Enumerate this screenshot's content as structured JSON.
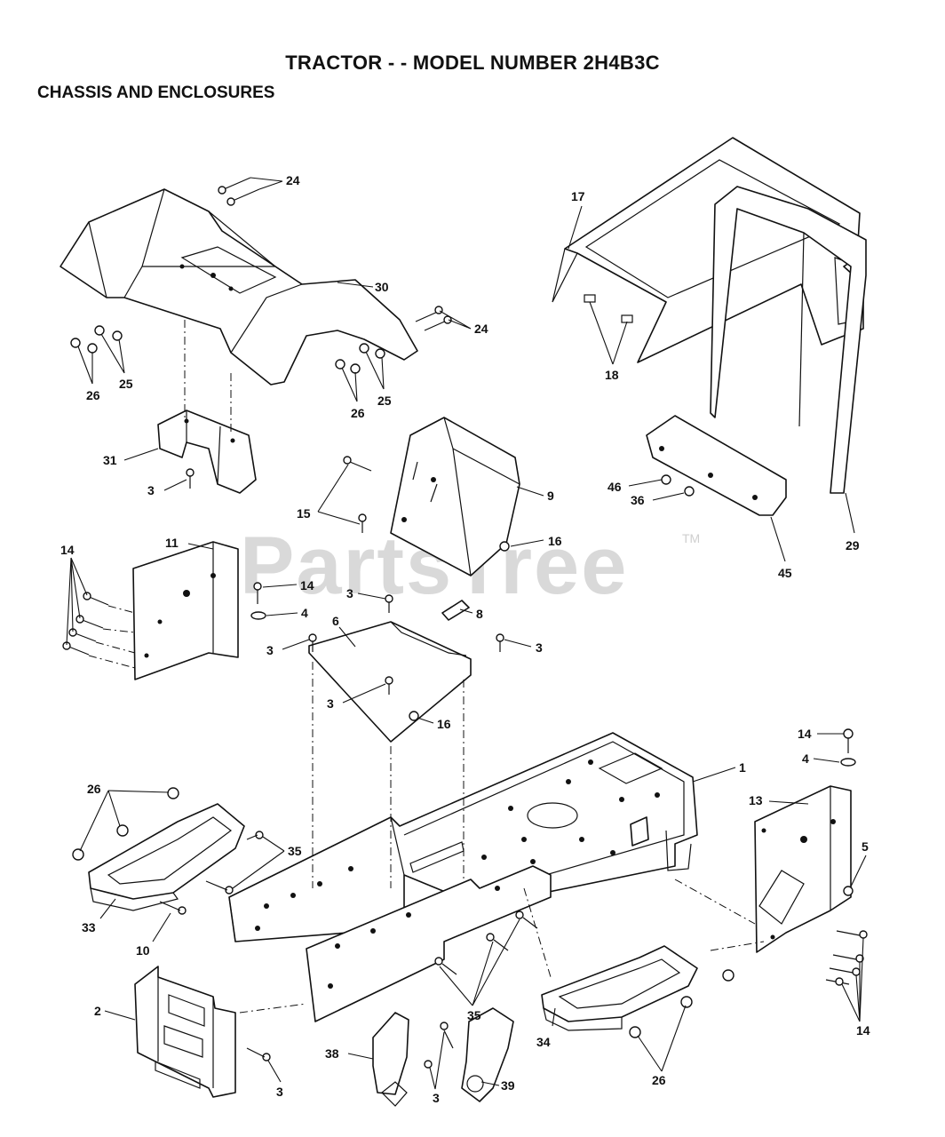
{
  "header": {
    "title": "TRACTOR - - MODEL NUMBER 2H4B3C",
    "subtitle": "CHASSIS AND ENCLOSURES"
  },
  "watermark": {
    "text": "PartsTree",
    "tm": "TM"
  },
  "callouts": [
    {
      "id": "c24a",
      "label": "24"
    },
    {
      "id": "c30",
      "label": "30"
    },
    {
      "id": "c24b",
      "label": "24"
    },
    {
      "id": "c26a",
      "label": "26"
    },
    {
      "id": "c25a",
      "label": "25"
    },
    {
      "id": "c26b",
      "label": "26"
    },
    {
      "id": "c25b",
      "label": "25"
    },
    {
      "id": "c17",
      "label": "17"
    },
    {
      "id": "c18",
      "label": "18"
    },
    {
      "id": "c31",
      "label": "31"
    },
    {
      "id": "c3a",
      "label": "3"
    },
    {
      "id": "c15",
      "label": "15"
    },
    {
      "id": "c9",
      "label": "9"
    },
    {
      "id": "c16a",
      "label": "16"
    },
    {
      "id": "c46",
      "label": "46"
    },
    {
      "id": "c36",
      "label": "36"
    },
    {
      "id": "c29",
      "label": "29"
    },
    {
      "id": "c45",
      "label": "45"
    },
    {
      "id": "c14a",
      "label": "14"
    },
    {
      "id": "c11",
      "label": "11"
    },
    {
      "id": "c14b",
      "label": "14"
    },
    {
      "id": "c4a",
      "label": "4"
    },
    {
      "id": "c3b",
      "label": "3"
    },
    {
      "id": "c8",
      "label": "8"
    },
    {
      "id": "c6",
      "label": "6"
    },
    {
      "id": "c3c",
      "label": "3"
    },
    {
      "id": "c3d",
      "label": "3"
    },
    {
      "id": "c3e",
      "label": "3"
    },
    {
      "id": "c16b",
      "label": "16"
    },
    {
      "id": "c14c",
      "label": "14"
    },
    {
      "id": "c4b",
      "label": "4"
    },
    {
      "id": "c1",
      "label": "1"
    },
    {
      "id": "c13",
      "label": "13"
    },
    {
      "id": "c5",
      "label": "5"
    },
    {
      "id": "c26c",
      "label": "26"
    },
    {
      "id": "c35a",
      "label": "35"
    },
    {
      "id": "c33",
      "label": "33"
    },
    {
      "id": "c10",
      "label": "10"
    },
    {
      "id": "c2",
      "label": "2"
    },
    {
      "id": "c35b",
      "label": "35"
    },
    {
      "id": "c34",
      "label": "34"
    },
    {
      "id": "c14d",
      "label": "14"
    },
    {
      "id": "c26d",
      "label": "26"
    },
    {
      "id": "c3f",
      "label": "3"
    },
    {
      "id": "c38",
      "label": "38"
    },
    {
      "id": "c3g",
      "label": "3"
    },
    {
      "id": "c39",
      "label": "39"
    }
  ]
}
